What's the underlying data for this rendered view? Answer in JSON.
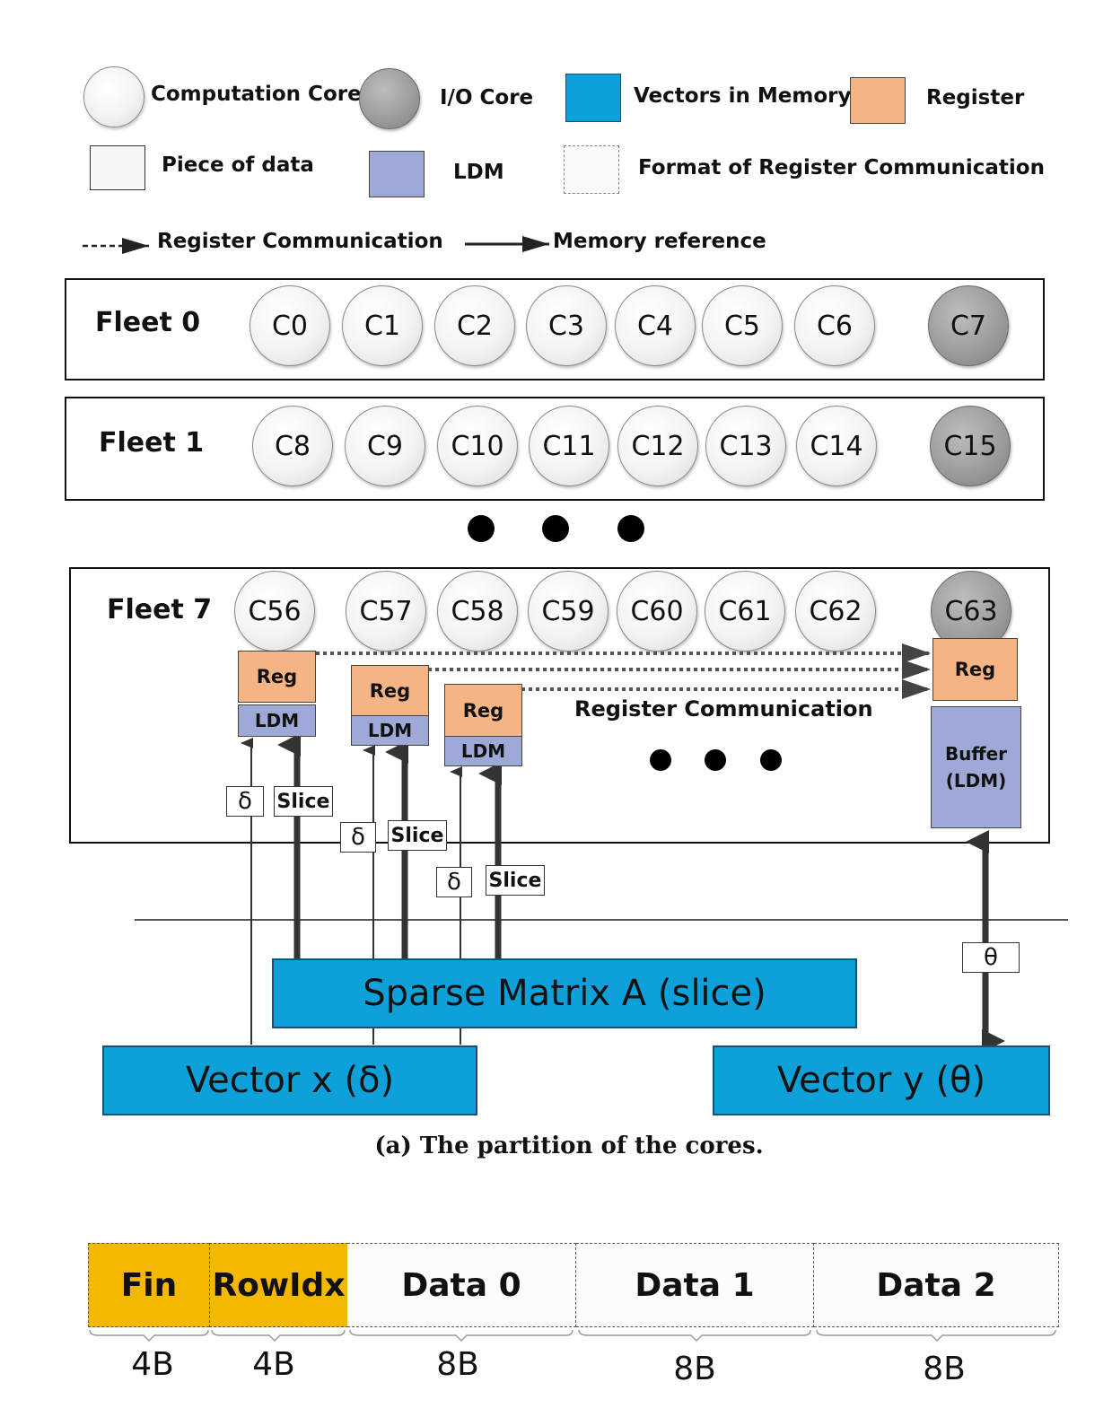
{
  "legend": {
    "computation_core": "Computation Core",
    "io_core": "I/O Core",
    "vectors_in_memory": "Vectors in Memory",
    "register": "Register",
    "piece_of_data": "Piece of data",
    "ldm": "LDM",
    "format_of_register_communication": "Format of Register Communication",
    "register_communication": "Register Communication",
    "memory_reference": "Memory reference"
  },
  "colors": {
    "vector_blue": "#0ea0d8",
    "register_orange": "#f4b483",
    "ldm_purple": "#9fa9d8",
    "format_gold": "#f5b800"
  },
  "fleets": [
    {
      "label": "Fleet 0",
      "cores": [
        "C0",
        "C1",
        "C2",
        "C3",
        "C4",
        "C5",
        "C6"
      ],
      "io_core": "C7"
    },
    {
      "label": "Fleet 1",
      "cores": [
        "C8",
        "C9",
        "C10",
        "C11",
        "C12",
        "C13",
        "C14"
      ],
      "io_core": "C15"
    },
    {
      "label": "Fleet 7",
      "cores": [
        "C56",
        "C57",
        "C58",
        "C59",
        "C60",
        "C61",
        "C62"
      ],
      "io_core": "C63"
    }
  ],
  "fleet7": {
    "reg": "Reg",
    "ldm": "LDM",
    "delta": "δ",
    "slice": "Slice",
    "register_communication": "Register Communication",
    "buffer": "Buffer (LDM)",
    "theta": "θ"
  },
  "memory": {
    "sparse_matrix": "Sparse Matrix A (slice)",
    "vector_x": "Vector x (δ)",
    "vector_y": "Vector y (θ)"
  },
  "caption": "(a) The partition of the cores.",
  "format": {
    "fields": [
      "Fin",
      "RowIdx",
      "Data 0",
      "Data 1",
      "Data 2"
    ],
    "sizes": [
      "4B",
      "4B",
      "8B",
      "8B",
      "8B"
    ]
  }
}
